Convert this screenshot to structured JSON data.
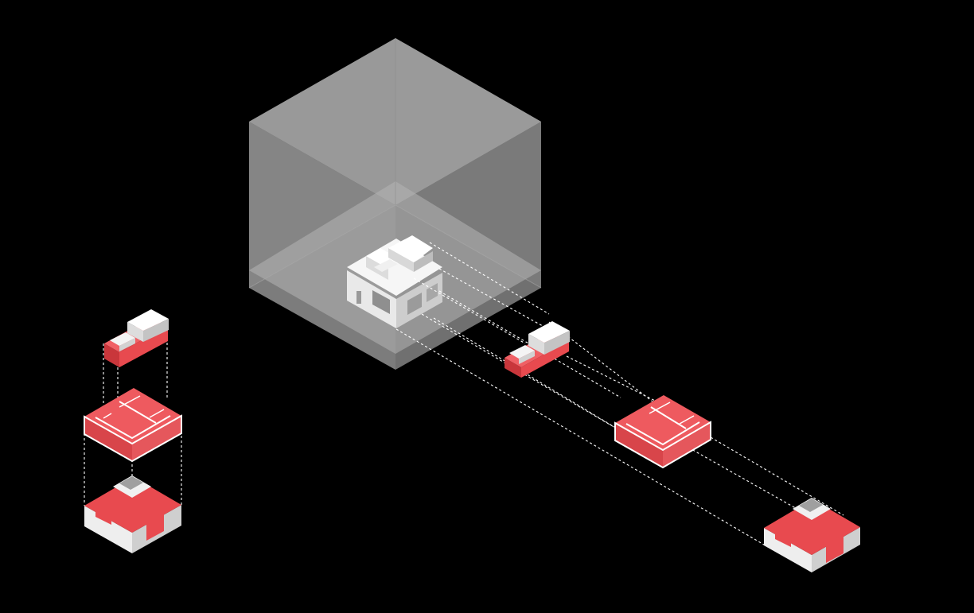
{
  "colors": {
    "background": "#000000",
    "volume_glass": "#9a9a9a",
    "house_white": "#f2f2f2",
    "house_shade": "#cfcfcf",
    "floor_red": "#e84a4f",
    "floor_red_dark": "#c9363b",
    "projection_line": "#ffffff"
  },
  "diagram": {
    "main_volume": "transparent-glass-cube",
    "central_model": "three-storey-house-model",
    "layers": [
      "upper-floor",
      "middle-floor-plan",
      "ground-floor"
    ],
    "exploded_stacks": 2,
    "projection_style": "dashed"
  }
}
